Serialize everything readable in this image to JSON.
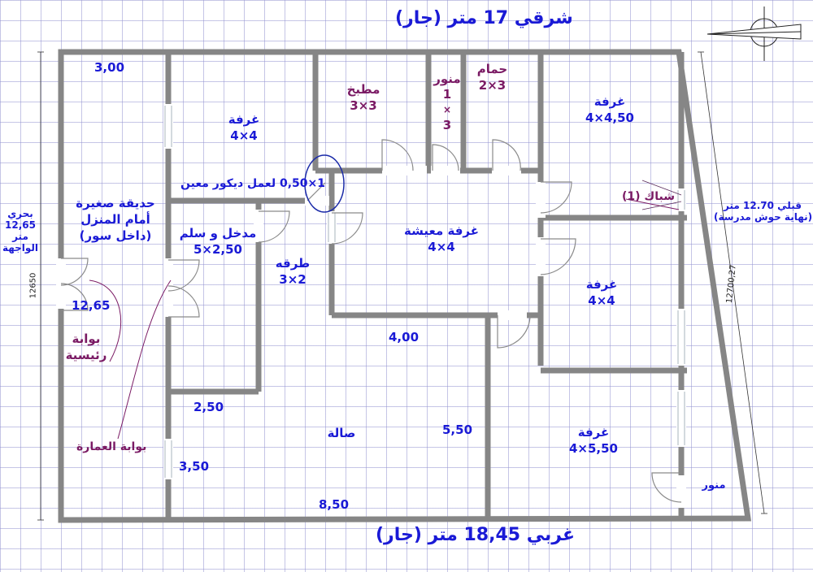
{
  "colors": {
    "wall": "#868686",
    "label_blue": "#1a1ad6",
    "label_purple": "#7a1a64",
    "grid": "#9696d2",
    "door": "#8a8a8a",
    "window": "#b8c2c8"
  },
  "borders": {
    "east": "شرقي 17 متر (جار)",
    "west": "غربي 18,45 متر (جار)",
    "north_lines": [
      "بحري",
      "12,65",
      "متر",
      "الواجهة"
    ],
    "south_lines": [
      "قبلي 12.70 متر",
      "(نهاية حوش مدرسة)"
    ]
  },
  "dimension_lines": {
    "left": "12650",
    "right": "12700,27"
  },
  "rooms": {
    "bedroom_1": {
      "name": "غرفة",
      "size": "4×4"
    },
    "kitchen": {
      "name": "مطبخ",
      "size": "3×3"
    },
    "light_well_top": {
      "name": "منور",
      "size_lines": [
        "1",
        "×",
        "3"
      ]
    },
    "bathroom": {
      "name": "حمام",
      "size": "2×3"
    },
    "bedroom_2": {
      "name": "غرفة",
      "size": "4×4,50"
    },
    "garden": {
      "lines": [
        "حديقة صغيرة",
        "أمام المنزل",
        "(داخل سور)"
      ]
    },
    "entrance": {
      "name": "مدخل و سلم",
      "size": "5×2,50"
    },
    "corridor": {
      "name": "طرقه",
      "size": "3×2"
    },
    "living": {
      "name": "غرفة معيشة",
      "size": "4×4"
    },
    "bedroom_3": {
      "name": "غرفة",
      "size": "4×4"
    },
    "hall": {
      "name": "صالة"
    },
    "bedroom_4": {
      "name": "غرفة",
      "size": "4×5,50"
    },
    "light_well_bottom": {
      "name": "منور"
    }
  },
  "annotations": {
    "decor": "1×0,50 لعمل ديكور معين",
    "window": "شباك (1)",
    "main_gate_lines": [
      "بوابة",
      "رئيسية"
    ],
    "building_gate": "بوابة العمارة"
  },
  "dimensions": {
    "top_left": "3,00",
    "garden_side": "12,65",
    "corridor_width": "4,00",
    "hall_left": "2,50",
    "hall_height": "5,50",
    "hall_bottom_left": "3,50",
    "hall_width": "8,50"
  }
}
